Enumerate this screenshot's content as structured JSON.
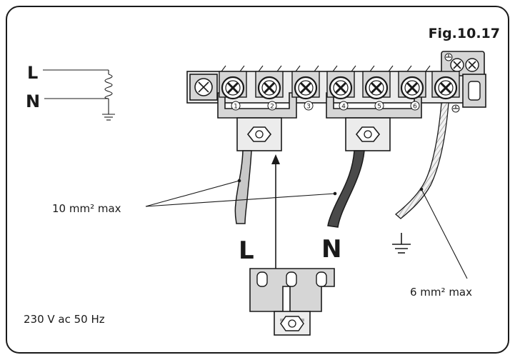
{
  "figure": {
    "title": "Fig.10.17",
    "supply_label": "230 V ac 50 Hz"
  },
  "schematic": {
    "line_label": "L",
    "neutral_label": "N"
  },
  "terminal_block": {
    "terminals": [
      "1",
      "2",
      "3",
      "4",
      "5",
      "6"
    ]
  },
  "bridge": {
    "live_label": "L",
    "neutral_label": "N"
  },
  "annotations": {
    "cable_size": "10 mm² max",
    "earth_size": "6 mm² max"
  },
  "colors": {
    "frame": "#1a1a1a",
    "metal": "#d6d6d6",
    "live_wire": "#c8c8c8",
    "neutral_wire": "#4a4a4a",
    "earth_wire": "#e8e8e8"
  }
}
